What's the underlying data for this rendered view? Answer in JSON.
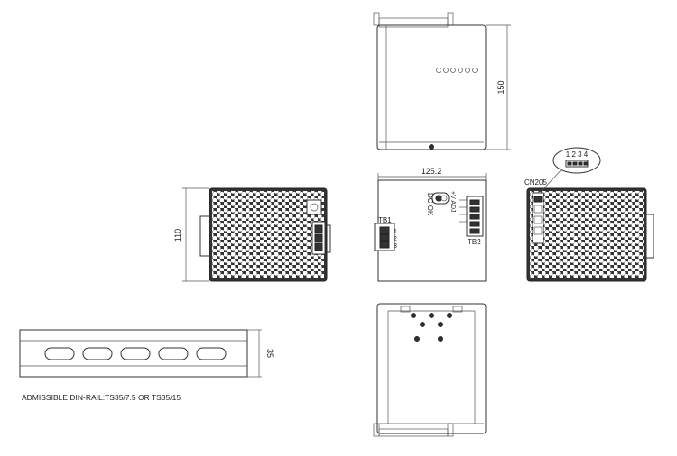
{
  "dimensions": {
    "height_top_view": "150",
    "width_front_view": "125.2",
    "height_side_view": "110",
    "rail_height": "35"
  },
  "labels": {
    "dc_ok": "DC OK",
    "vadj": "+V ADJ",
    "tb1": "TB1",
    "tb2": "TB2",
    "tb1_pins": [
      "1",
      "2",
      "3"
    ],
    "cn205": "CN205",
    "cn205_pins": "1 2 3 4",
    "din_rail_note": "ADMISSIBLE DIN-RAIL:TS35/7.5 OR TS35/15"
  }
}
